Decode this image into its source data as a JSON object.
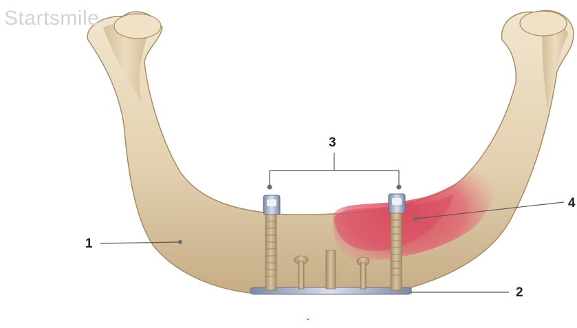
{
  "watermark": "Startsmile",
  "callouts": {
    "label_1": "1",
    "label_2": "2",
    "label_3": "3",
    "label_4": "4"
  },
  "footer_mark": "ˇ",
  "colors": {
    "bone": "#e8d9bd",
    "bone_shadow": "#b9a27b",
    "inflamed_area": "#d9475f",
    "implant_metal": "#9aa4bd",
    "bar": "#8a93b3",
    "leader_line": "#555555",
    "watermark": "#d3d3d3"
  }
}
